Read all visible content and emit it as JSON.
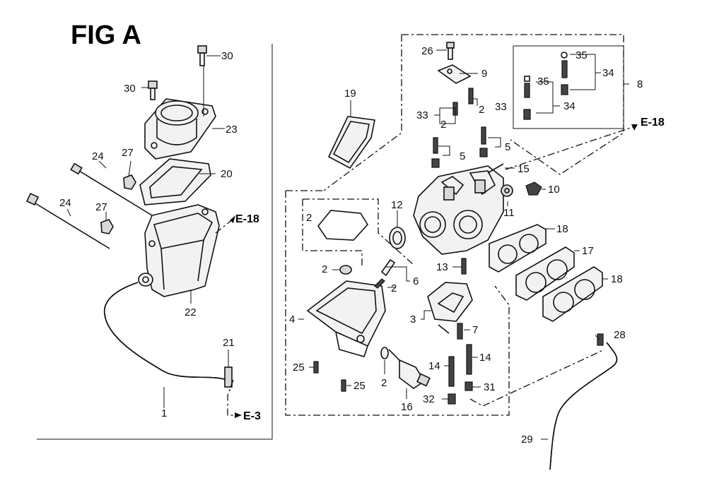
{
  "figure": {
    "title": "FIG A",
    "callouts": [
      {
        "id": "c30a",
        "text": "30"
      },
      {
        "id": "c30b",
        "text": "30"
      },
      {
        "id": "c23",
        "text": "23"
      },
      {
        "id": "c24a",
        "text": "24"
      },
      {
        "id": "c27a",
        "text": "27"
      },
      {
        "id": "c20",
        "text": "20"
      },
      {
        "id": "c24b",
        "text": "24"
      },
      {
        "id": "c27b",
        "text": "27"
      },
      {
        "id": "c22",
        "text": "22"
      },
      {
        "id": "c21",
        "text": "21"
      },
      {
        "id": "c1",
        "text": "1"
      },
      {
        "id": "c19",
        "text": "19"
      },
      {
        "id": "c26",
        "text": "26"
      },
      {
        "id": "c9",
        "text": "9"
      },
      {
        "id": "c35a",
        "text": "35"
      },
      {
        "id": "c34a",
        "text": "34"
      },
      {
        "id": "c35b",
        "text": "35"
      },
      {
        "id": "c34b",
        "text": "34"
      },
      {
        "id": "c8",
        "text": "8"
      },
      {
        "id": "c33a",
        "text": "33"
      },
      {
        "id": "c2a",
        "text": "2"
      },
      {
        "id": "c33b",
        "text": "33"
      },
      {
        "id": "c2b",
        "text": "2"
      },
      {
        "id": "c5a",
        "text": "5"
      },
      {
        "id": "c5b",
        "text": "5"
      },
      {
        "id": "c15",
        "text": "15"
      },
      {
        "id": "c10",
        "text": "10"
      },
      {
        "id": "c11",
        "text": "11"
      },
      {
        "id": "c2c",
        "text": "2"
      },
      {
        "id": "c12",
        "text": "12"
      },
      {
        "id": "c18a",
        "text": "18"
      },
      {
        "id": "c17",
        "text": "17"
      },
      {
        "id": "c18b",
        "text": "18"
      },
      {
        "id": "c2d",
        "text": "2"
      },
      {
        "id": "c13",
        "text": "13"
      },
      {
        "id": "c6",
        "text": "6"
      },
      {
        "id": "c2e",
        "text": "2"
      },
      {
        "id": "c4",
        "text": "4"
      },
      {
        "id": "c3",
        "text": "3"
      },
      {
        "id": "c7",
        "text": "7"
      },
      {
        "id": "c28",
        "text": "28"
      },
      {
        "id": "c25a",
        "text": "25"
      },
      {
        "id": "c14a",
        "text": "14"
      },
      {
        "id": "c14b",
        "text": "14"
      },
      {
        "id": "c2f",
        "text": "2"
      },
      {
        "id": "c25b",
        "text": "25"
      },
      {
        "id": "c31",
        "text": "31"
      },
      {
        "id": "c32",
        "text": "32"
      },
      {
        "id": "c16",
        "text": "16"
      },
      {
        "id": "c29",
        "text": "29"
      }
    ],
    "references": [
      {
        "id": "r1",
        "text": "E-18"
      },
      {
        "id": "r2",
        "text": "E-18"
      },
      {
        "id": "r3",
        "text": "E-3"
      }
    ]
  }
}
